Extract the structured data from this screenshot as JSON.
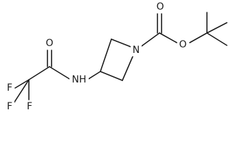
{
  "molecule": {
    "atoms": {
      "o_carbonyl_amide": "O",
      "nh_amide": "NH",
      "f_top": "F",
      "f_left": "F",
      "f_bottom": "F",
      "n_azetidine": "N",
      "o_carbonyl_carbamate": "O",
      "o_ester": "O"
    }
  }
}
